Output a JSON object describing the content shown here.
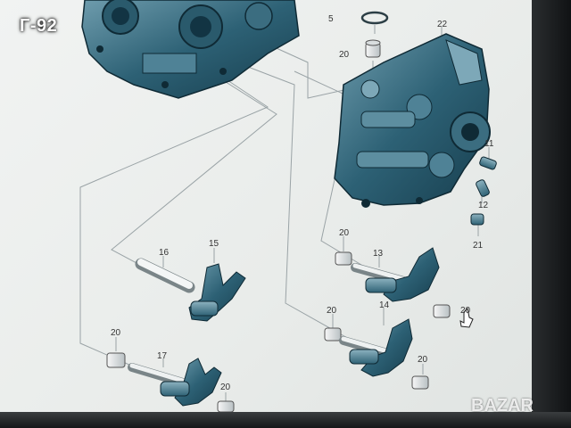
{
  "page_id": "Г-92",
  "watermark": "BAZAR",
  "parts": {
    "p5": "5",
    "p20a": "20",
    "p22": "22",
    "p11": "11",
    "p12": "12",
    "p21": "21",
    "p20b": "20",
    "p13": "13",
    "p16": "16",
    "p15": "15",
    "p20c": "20",
    "p14": "14",
    "p20d": "20",
    "p20e": "20",
    "p17": "17",
    "p20f": "20",
    "p20g": "20"
  },
  "colors": {
    "part_body": "#1f4f63",
    "part_highlight": "#5d8ea0",
    "line": "#9aa3a6",
    "label": "#333333"
  }
}
